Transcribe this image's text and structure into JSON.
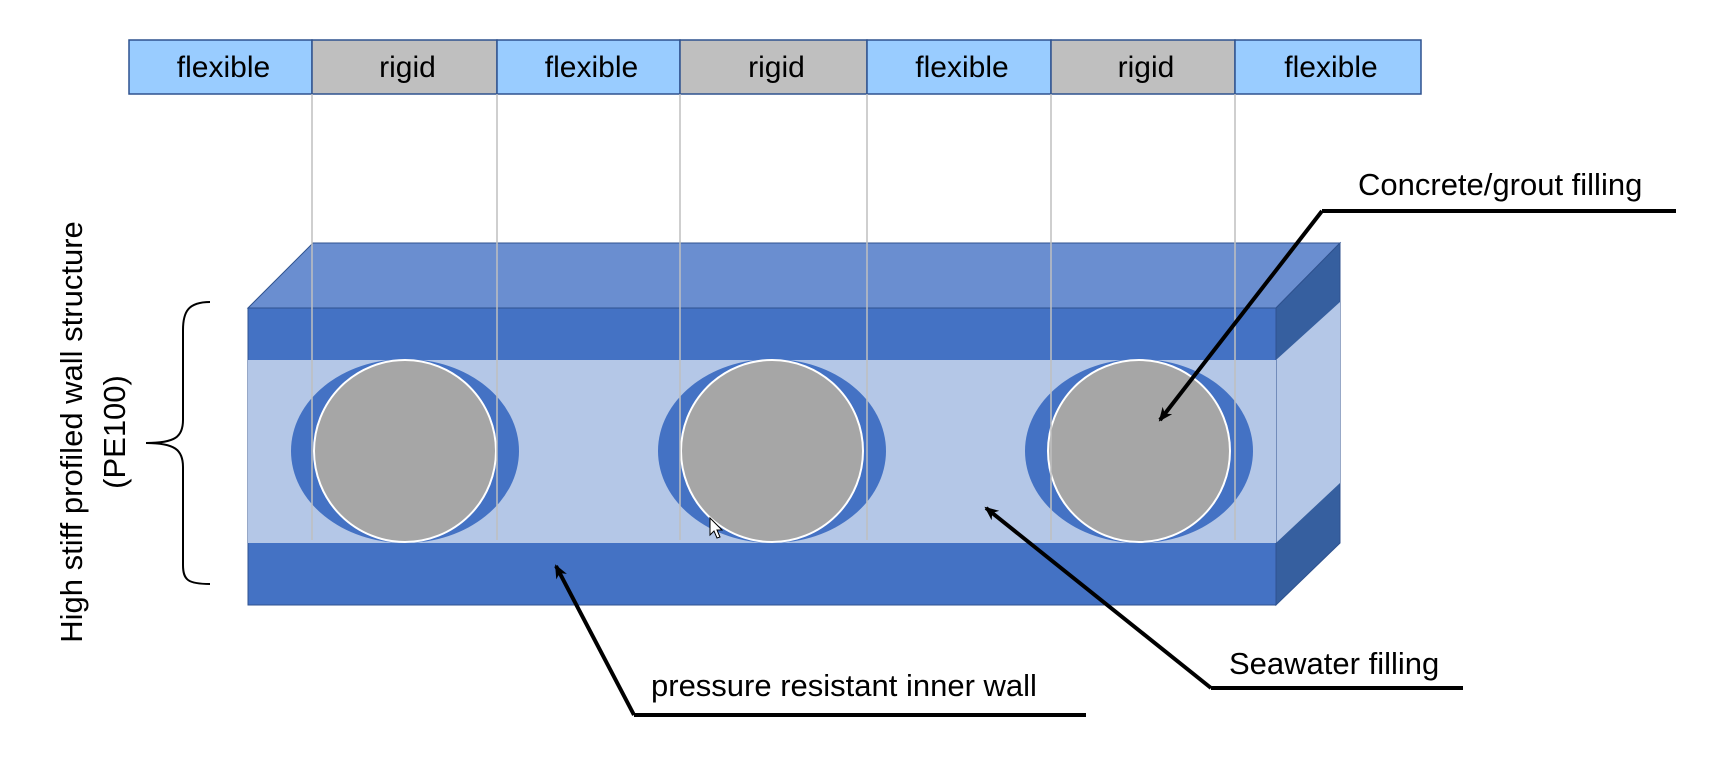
{
  "segments": [
    {
      "label": "flexible",
      "type": "flexible"
    },
    {
      "label": "rigid",
      "type": "rigid"
    },
    {
      "label": "flexible",
      "type": "flexible"
    },
    {
      "label": "rigid",
      "type": "rigid"
    },
    {
      "label": "flexible",
      "type": "flexible"
    },
    {
      "label": "rigid",
      "type": "rigid"
    },
    {
      "label": "flexible",
      "type": "flexible"
    }
  ],
  "side_label": {
    "line1": "High stiff profiled wall structure",
    "line2": "(PE100)"
  },
  "callouts": {
    "concrete": "Concrete/grout filling",
    "seawater": "Seawater filling",
    "inner_wall": "pressure resistant inner wall"
  },
  "colors": {
    "flexible": "#99CCFF",
    "rigid": "#BFBFBF",
    "segment_border": "#2F528F",
    "wall_front": "#4472C4",
    "wall_top": "#6A8ED0",
    "wall_side": "#365F9F",
    "chamber": "#B4C7E7",
    "filling": "#A6A6A6",
    "guide_line": "#BFBFBF"
  }
}
